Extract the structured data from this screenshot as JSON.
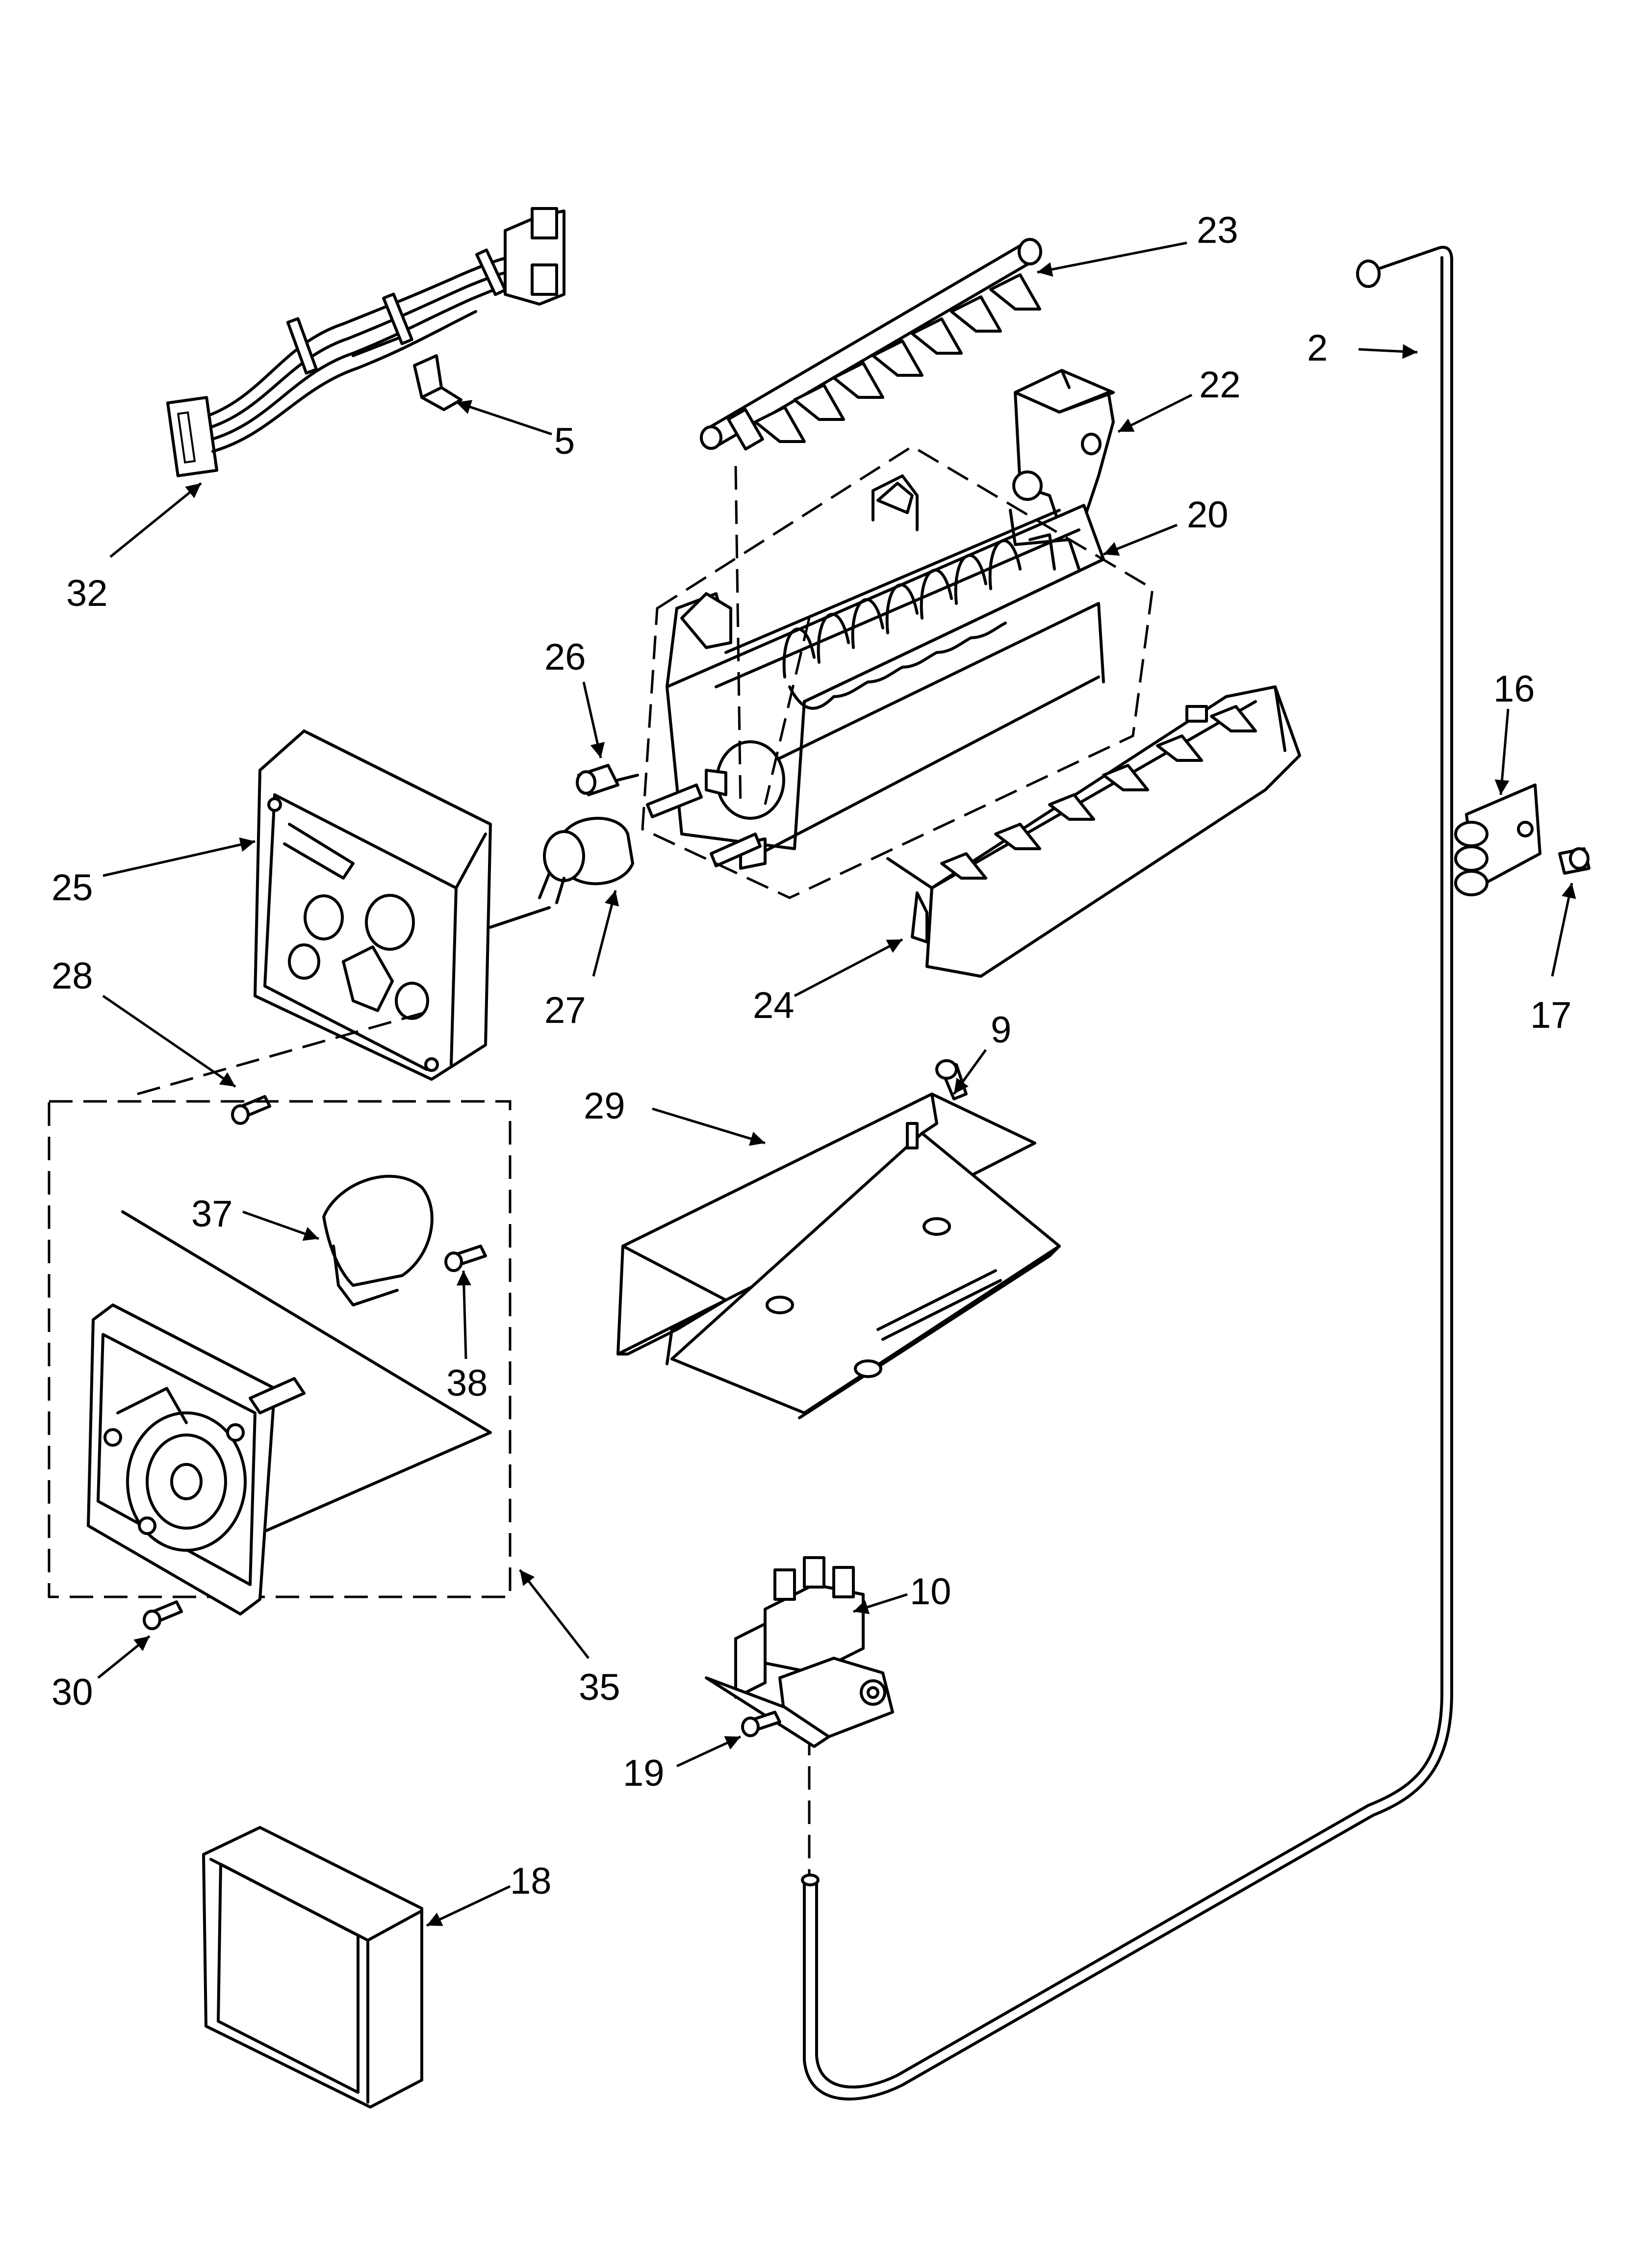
{
  "callouts": {
    "c2": "2",
    "c5": "5",
    "c9": "9",
    "c10": "10",
    "c16": "16",
    "c17": "17",
    "c18": "18",
    "c19": "19",
    "c20": "20",
    "c22": "22",
    "c23": "23",
    "c24": "24",
    "c25": "25",
    "c26": "26",
    "c27": "27",
    "c28": "28",
    "c29": "29",
    "c30": "30",
    "c32": "32",
    "c35": "35",
    "c37": "37",
    "c38": "38"
  }
}
